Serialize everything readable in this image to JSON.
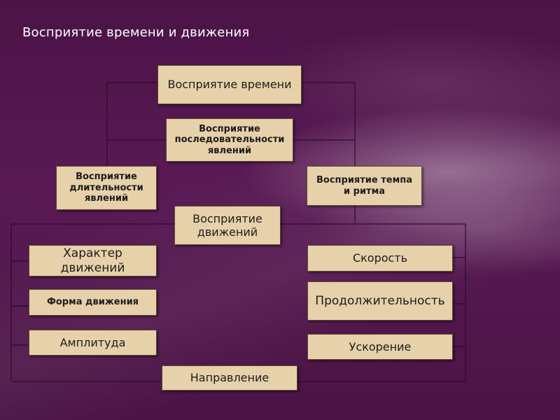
{
  "slide": {
    "title": "Восприятие времени и движения"
  },
  "diagram": {
    "perception_time": "Восприятие времени",
    "perception_sequence": "Восприятие последовательности явлений",
    "perception_duration": "Восприятие длительности явлений",
    "perception_tempo": "Восприятие темпа и ритма",
    "perception_motion": "Восприятие движений",
    "left_items": [
      "Характер движений",
      "Форма движения",
      "Амплитуда"
    ],
    "right_items": [
      "Скорость",
      "Продолжительность",
      "Ускорение"
    ],
    "bottom_item": "Направление"
  }
}
